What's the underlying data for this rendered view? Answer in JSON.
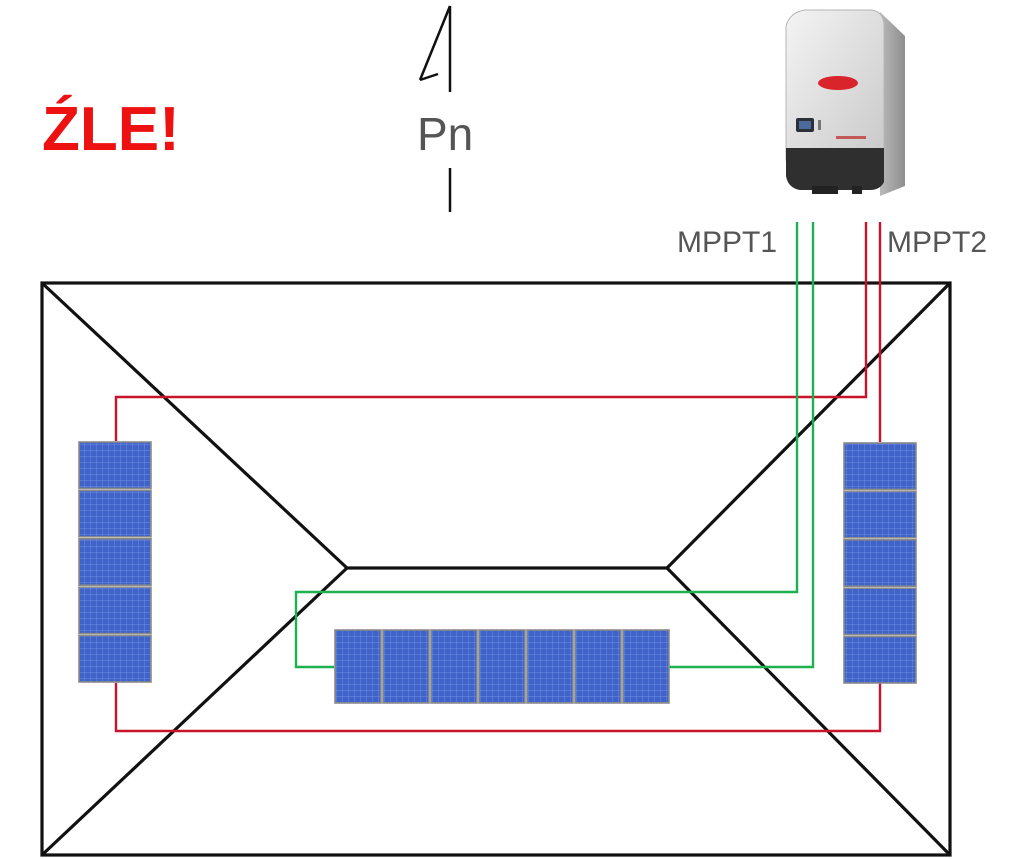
{
  "title": "ŹLE!",
  "north_label": "Pn",
  "mppt1_label": "MPPT1",
  "mppt2_label": "MPPT2",
  "colors": {
    "title": "#ee1111",
    "string_mppt1": "#1db04e",
    "string_mppt2": "#c8142a",
    "roof_outline": "#111111",
    "panel_fill": "#3f63c9",
    "panel_frame": "#8a8a8a"
  },
  "panel_groups": [
    {
      "name": "west-roof-string",
      "orientation": "vertical",
      "panel_count": 5,
      "string": "MPPT2"
    },
    {
      "name": "south-roof-string",
      "orientation": "horizontal",
      "panel_count": 7,
      "string": "MPPT1"
    },
    {
      "name": "east-roof-string",
      "orientation": "vertical",
      "panel_count": 5,
      "string": "MPPT2"
    }
  ]
}
